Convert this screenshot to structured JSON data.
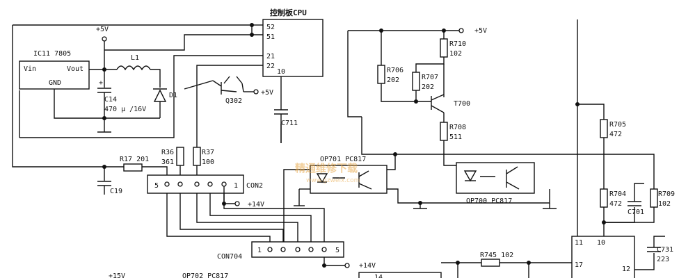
{
  "diagram": {
    "ic_cpu": "控制板CPU",
    "cpu_pins": [
      "52",
      "51",
      "21",
      "22",
      "10"
    ],
    "regulator": {
      "name": "IC11 7805",
      "vin": "Vin",
      "vout": "Vout",
      "gnd": "GND"
    },
    "inductor": "L1",
    "cap_c14": [
      "C14",
      "470 μ /16V"
    ],
    "diode": "D1",
    "transistor_q302": "Q302",
    "cap_c711": "C711",
    "res_r36": [
      "R36",
      "361"
    ],
    "res_r37": [
      "R37",
      "100"
    ],
    "res_r17": "R17 201",
    "cap_c19": "C19",
    "con2": {
      "name": "CON2",
      "pin_left": "5",
      "pin_right": "1"
    },
    "con704": {
      "name": "CON704",
      "pin_left": "1",
      "pin_right": "5"
    },
    "supply_5v": "+5V",
    "supply_14v": "+14V",
    "supply_15v": "+15V",
    "opto_op701": "OP701 PC817",
    "opto_op700": "OP700 PC817",
    "opto_op702": "OP702 PC817",
    "res_r706": [
      "R706",
      "202"
    ],
    "res_r707": [
      "R707",
      "202"
    ],
    "res_r710": [
      "R710",
      "102"
    ],
    "transistor_t700": "T700",
    "res_r708": [
      "R708",
      "511"
    ],
    "res_r705": [
      "R705",
      "472"
    ],
    "res_r704": [
      "R704",
      "472"
    ],
    "res_r709": [
      "R709",
      "102"
    ],
    "cap_c701": "C701",
    "res_r745": "R745 102",
    "cap_c731": [
      "C731",
      "223"
    ],
    "ic_right_pins": [
      "11",
      "10",
      "17",
      "12"
    ],
    "bottom_ic_pin": "14",
    "watermark": [
      "精通维修下载",
      "www.gzweix.com"
    ]
  }
}
